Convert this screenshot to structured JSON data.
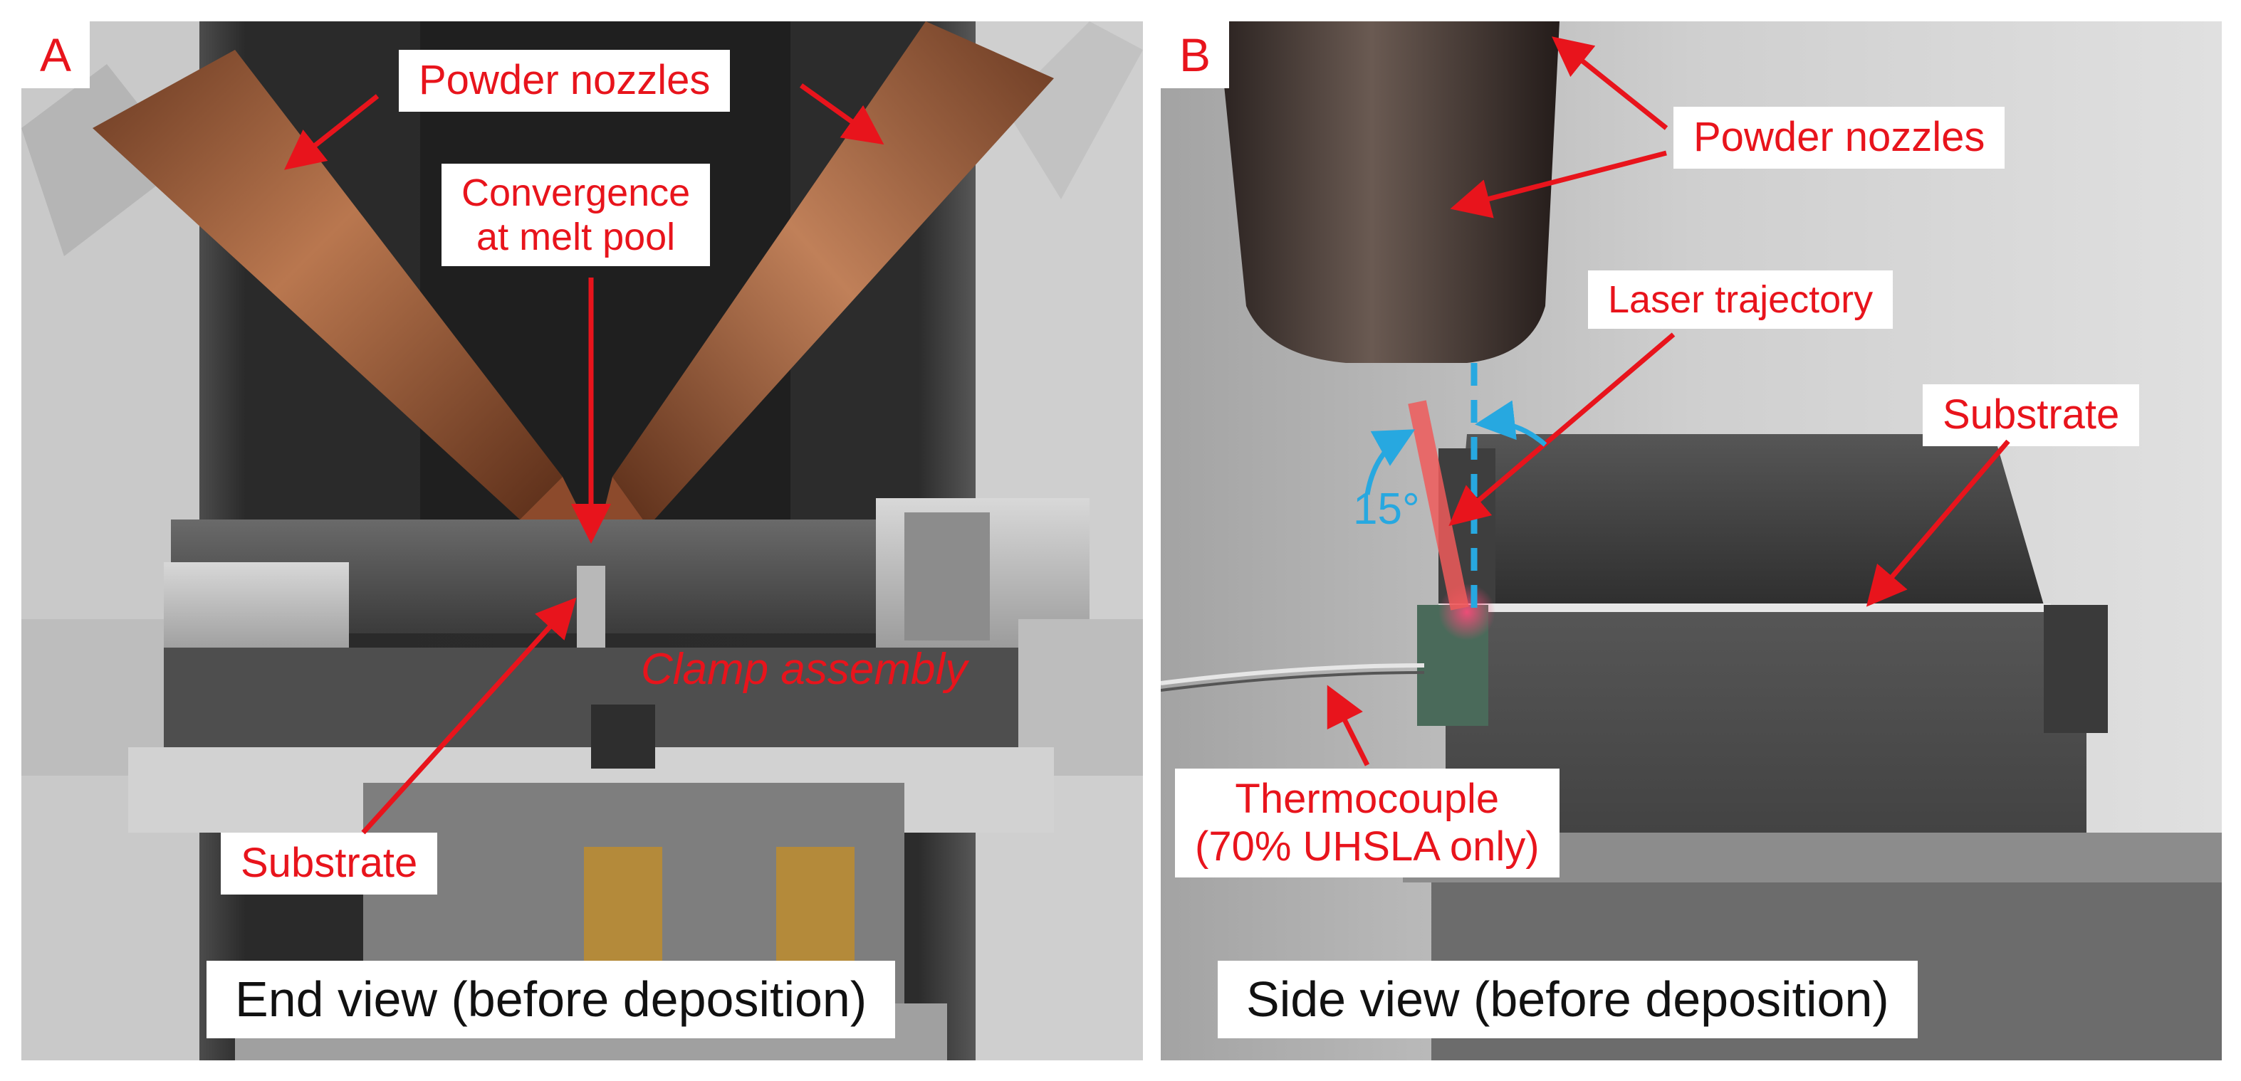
{
  "panel_a": {
    "letter": "A",
    "labels": {
      "nozzles": "Powder nozzles",
      "convergence_line1": "Convergence",
      "convergence_line2": "at melt pool",
      "clamp": "Clamp assembly",
      "substrate": "Substrate"
    },
    "caption": "End view (before deposition)"
  },
  "panel_b": {
    "letter": "B",
    "labels": {
      "nozzles": "Powder nozzles",
      "laser": "Laser trajectory",
      "substrate": "Substrate",
      "angle": "15°",
      "thermocouple_line1": "Thermocouple",
      "thermocouple_line2": "(70% UHSLA only)"
    },
    "caption": "Side view (before deposition)"
  },
  "colors": {
    "annotation_red": "#e8141c",
    "angle_blue": "#27a8e0",
    "copper": "#a5623c",
    "steel": "#4a4a4a"
  }
}
